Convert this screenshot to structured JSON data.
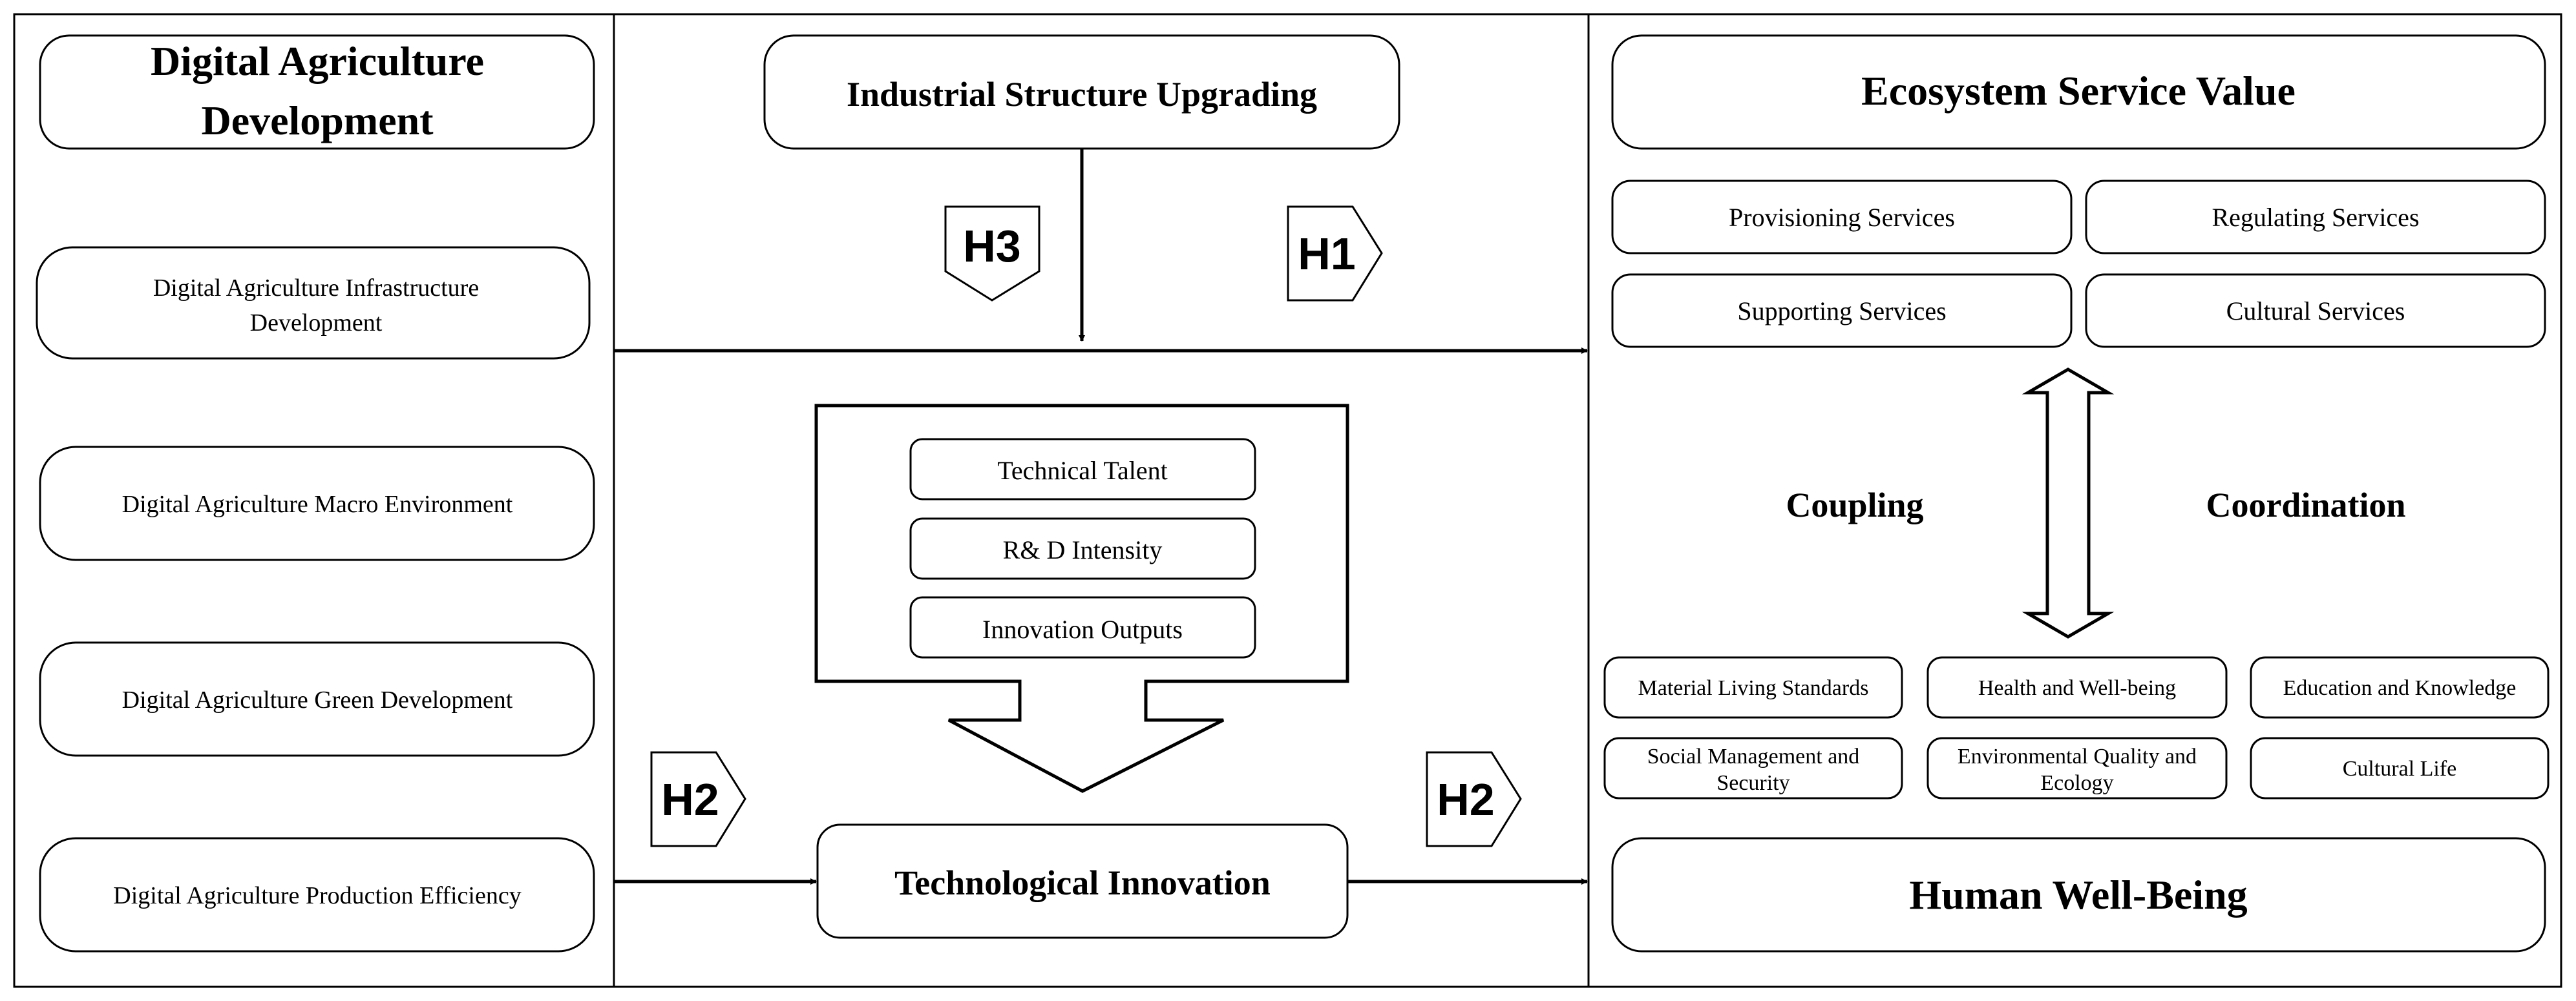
{
  "left_panel": {
    "title_line1": "Digital Agriculture",
    "title_line2": "Development",
    "items": [
      {
        "line1": "Digital Agriculture Infrastructure",
        "line2": "Development"
      },
      {
        "line1": "Digital Agriculture Macro Environment"
      },
      {
        "line1": "Digital Agriculture Green Development"
      },
      {
        "line1": "Digital Agriculture Production Efficiency"
      }
    ]
  },
  "middle_panel": {
    "moderator": "Industrial Structure Upgrading",
    "mediator": "Technological Innovation",
    "innovation_factors": [
      "Technical Talent",
      "R& D Intensity",
      "Innovation Outputs"
    ]
  },
  "hypotheses": {
    "h1": "H1",
    "h2_left": "H2",
    "h2_right": "H2",
    "h3": "H3"
  },
  "right_panel": {
    "esv_title": "Ecosystem Service Value",
    "services": [
      "Provisioning Services",
      "Regulating Services",
      "Supporting Services",
      "Cultural Services"
    ],
    "coupling": "Coupling",
    "coordination": "Coordination",
    "wellbeing_items": [
      {
        "line1": "Material Living Standards"
      },
      {
        "line1": "Health and Well-being"
      },
      {
        "line1": "Education and Knowledge"
      },
      {
        "line1": "Social Management and",
        "line2": "Security"
      },
      {
        "line1": "Environmental Quality and",
        "line2": "Ecology"
      },
      {
        "line1": "Cultural Life"
      }
    ],
    "hwb_title": "Human Well-Being"
  }
}
